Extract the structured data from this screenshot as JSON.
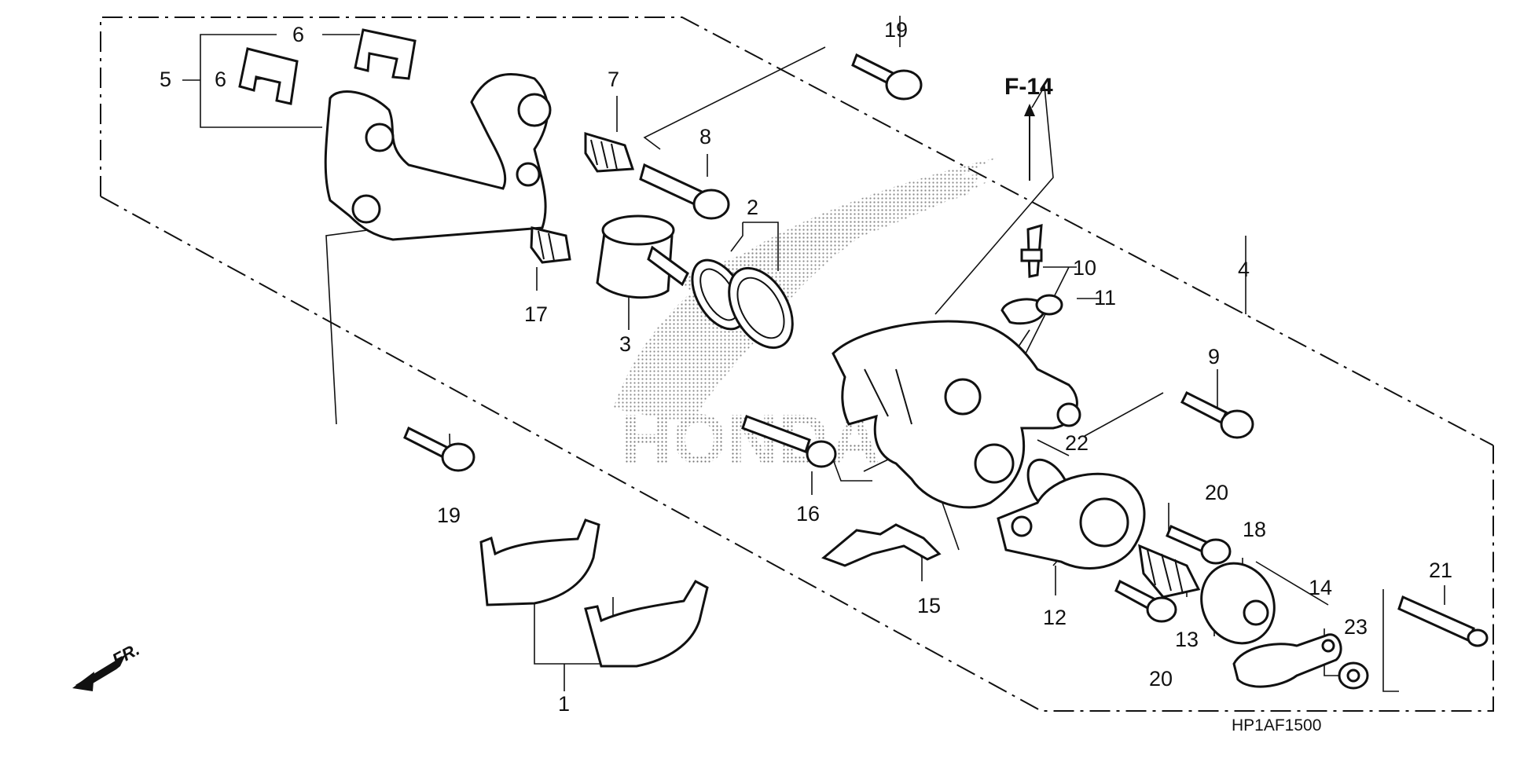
{
  "diagram": {
    "code": "HP1AF1500",
    "reference": "F-14",
    "direction_label": "FR.",
    "watermark_text": "HONDA",
    "callouts": [
      "1",
      "2",
      "3",
      "4",
      "5",
      "6",
      "6",
      "7",
      "8",
      "9",
      "10",
      "11",
      "12",
      "13",
      "14",
      "15",
      "16",
      "17",
      "18",
      "19",
      "19",
      "20",
      "20",
      "21",
      "22",
      "23"
    ]
  }
}
